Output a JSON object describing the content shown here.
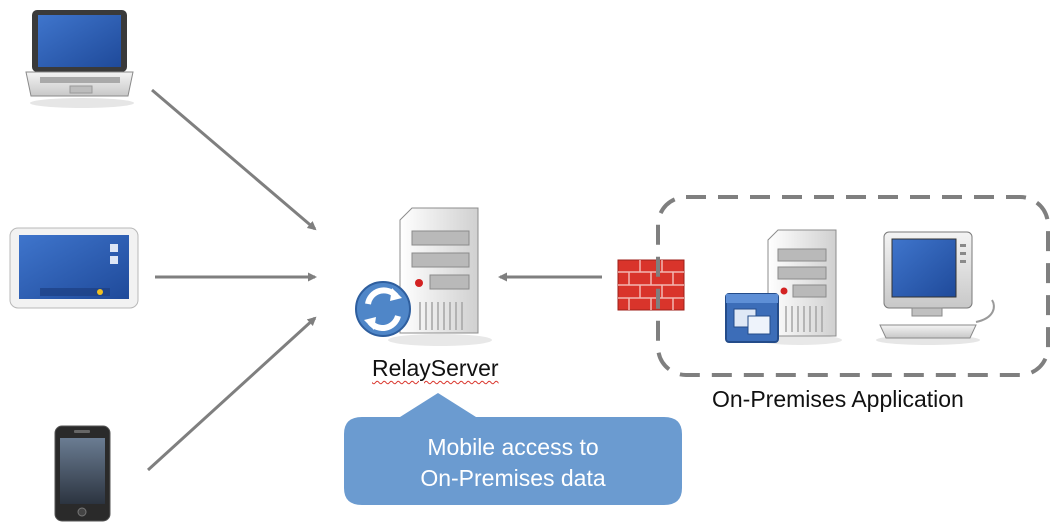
{
  "relay_server": {
    "label": "RelayServer"
  },
  "on_premises": {
    "label": "On-Premises Application"
  },
  "callout": {
    "line1": "Mobile access to",
    "line2": "On-Premises data"
  },
  "colors": {
    "arrow": "#7f7f7f",
    "callout_fill": "#6b9bd0",
    "firewall": "#d9342b",
    "screen_blue": "#2f5fb8",
    "dashed_border": "#7f7f7f"
  },
  "icons": [
    "laptop-icon",
    "tablet-icon",
    "smartphone-icon",
    "relay-server-icon",
    "sync-icon",
    "firewall-icon",
    "app-server-icon",
    "app-window-icon",
    "desktop-computer-icon"
  ]
}
